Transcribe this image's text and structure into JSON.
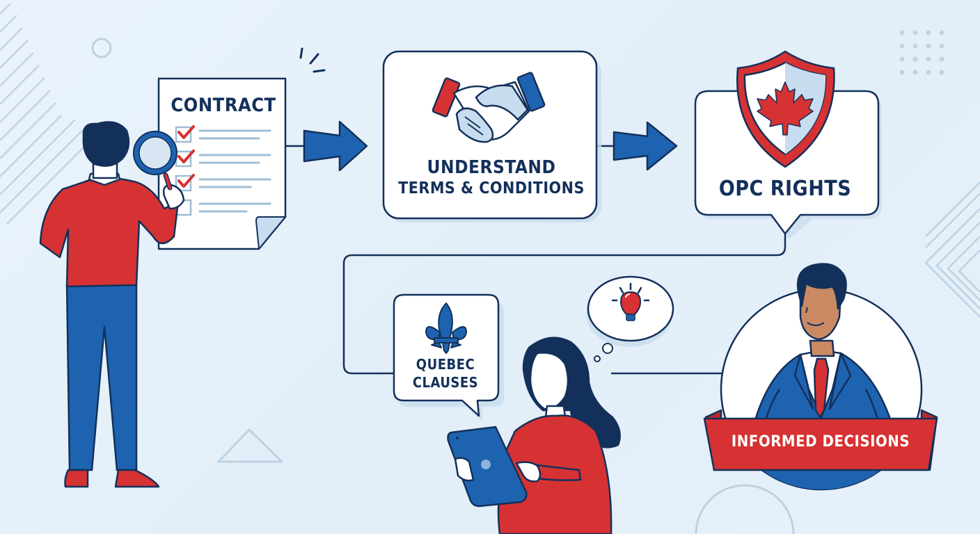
{
  "diagram": {
    "type": "process-flow-infographic",
    "theme_colors": {
      "background": "#e4eff9",
      "navy_outline": "#13305a",
      "accent_blue": "#1e63b0",
      "accent_red": "#d63233",
      "light_blue": "#c7dcee",
      "white": "#ffffff"
    },
    "steps": [
      {
        "id": "contract",
        "title": "CONTRACT",
        "icon": "document-checklist-icon",
        "checklist": [
          true,
          true,
          true,
          false
        ]
      },
      {
        "id": "understand",
        "title_line1": "UNDERSTAND",
        "title_line2": "TERMS & CONDITIONS",
        "icon": "handshake-icon"
      },
      {
        "id": "opc",
        "title": "OPC RIGHTS",
        "icon": "maple-leaf-shield-icon"
      },
      {
        "id": "quebec",
        "title_line1": "QUEBEC",
        "title_line2": "CLAUSES",
        "icon": "fleur-de-lis-icon"
      },
      {
        "id": "decisions",
        "title": "INFORMED DECISIONS",
        "icon": "confident-businessman-icon"
      }
    ],
    "connectors": [
      {
        "from": "contract",
        "to": "understand",
        "style": "blue-arrow"
      },
      {
        "from": "understand",
        "to": "opc",
        "style": "blue-arrow"
      },
      {
        "from": "opc",
        "to": "quebec",
        "style": "line"
      },
      {
        "from": "quebec",
        "to": "decisions",
        "style": "line"
      }
    ],
    "characters": [
      {
        "name": "man-with-magnifying-glass",
        "action": "reviewing contract"
      },
      {
        "name": "woman-with-tablet",
        "action": "reading with idea",
        "thought": "lightbulb-icon"
      },
      {
        "name": "businessman-in-suit",
        "action": "standing confidently"
      }
    ]
  }
}
